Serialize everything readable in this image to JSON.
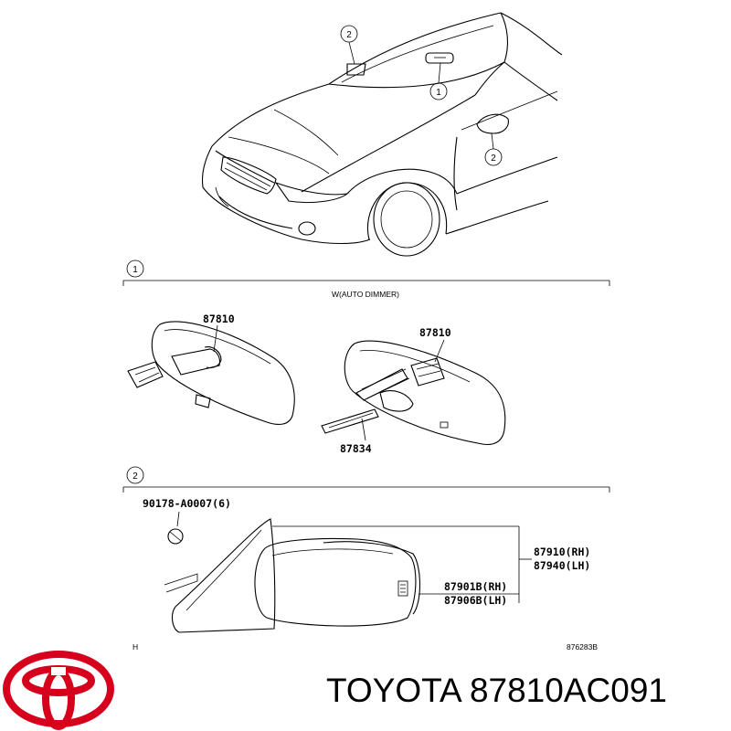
{
  "callouts": {
    "one": "1",
    "two": "2"
  },
  "section1": {
    "title": "W(AUTO DIMMER)",
    "part_a": "87810",
    "part_b": "87810",
    "part_c": "87834"
  },
  "section2": {
    "screw": "90178-A0007(6)",
    "rh_assy": "87910(RH)",
    "lh_assy": "87940(LH)",
    "rh_glass": "87901B(RH)",
    "lh_glass": "87906B(LH)"
  },
  "footer": {
    "left_mark": "H",
    "drawing_code": "876283B"
  },
  "caption": {
    "brand": "TOYOTA",
    "part_number": "87810AC091"
  },
  "colors": {
    "logo_red": "#d6001c",
    "line": "#000000"
  },
  "icons": [
    "toyota-logo-icon"
  ]
}
